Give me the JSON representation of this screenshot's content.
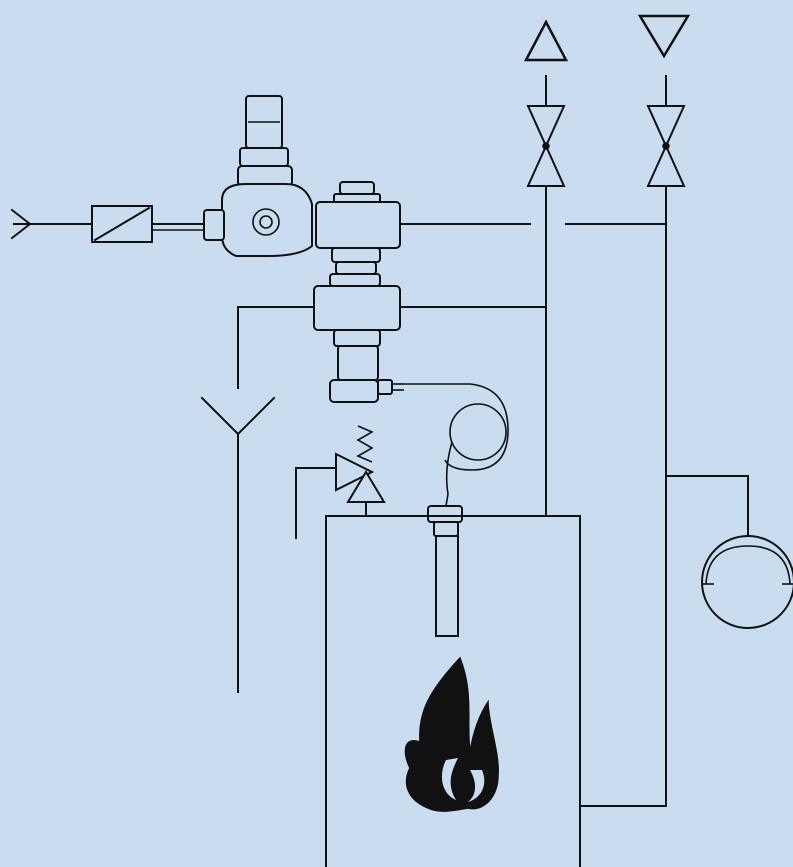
{
  "diagram": {
    "type": "heating-system-piping-schematic",
    "background_color": "#c9dcf0",
    "line_color": "#111111",
    "symbols": [
      "inlet-arrow",
      "strainer-filter",
      "pressure-reducing-valve",
      "three-way-mixing-valve",
      "thermostatic-control-head",
      "capillary-tube",
      "immersion-sensor",
      "safety-relief-valve",
      "drain-funnel",
      "supply-flow-arrow",
      "return-flow-arrow",
      "shutoff-valve",
      "expansion-vessel",
      "boiler",
      "flame-icon"
    ]
  }
}
